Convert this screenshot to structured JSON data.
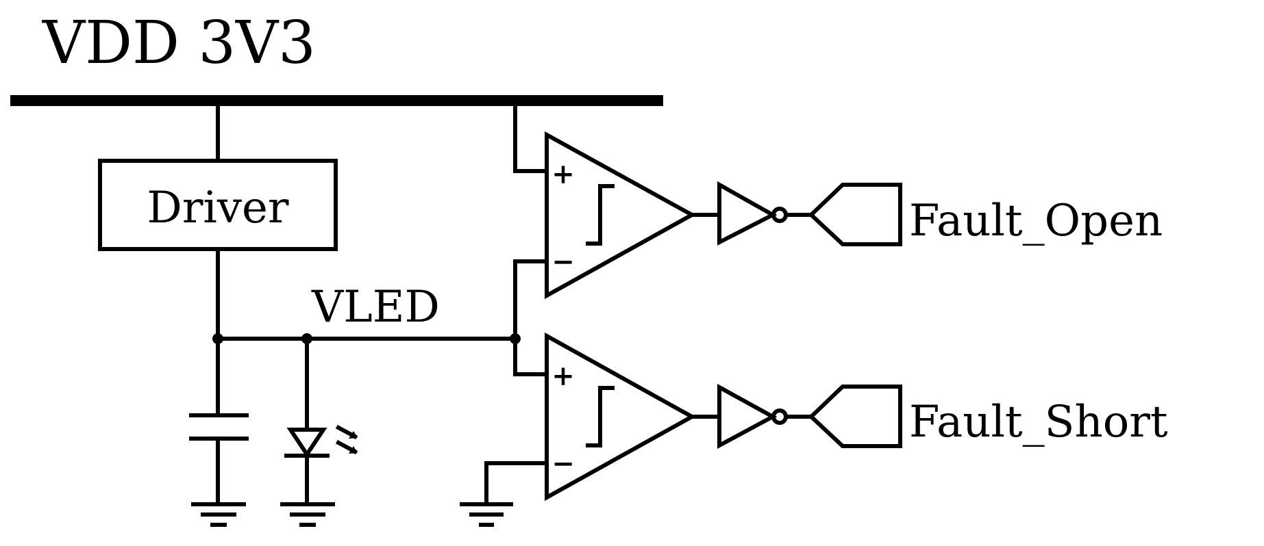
{
  "diagram": {
    "supply_label": "VDD 3V3",
    "driver_label": "Driver",
    "node_label": "VLED",
    "outputs": [
      "Fault_Open",
      "Fault_Short"
    ],
    "comparator_plus": "+",
    "comparator_minus": "−"
  },
  "colors": {
    "ink": "#000000",
    "background": "#ffffff"
  }
}
